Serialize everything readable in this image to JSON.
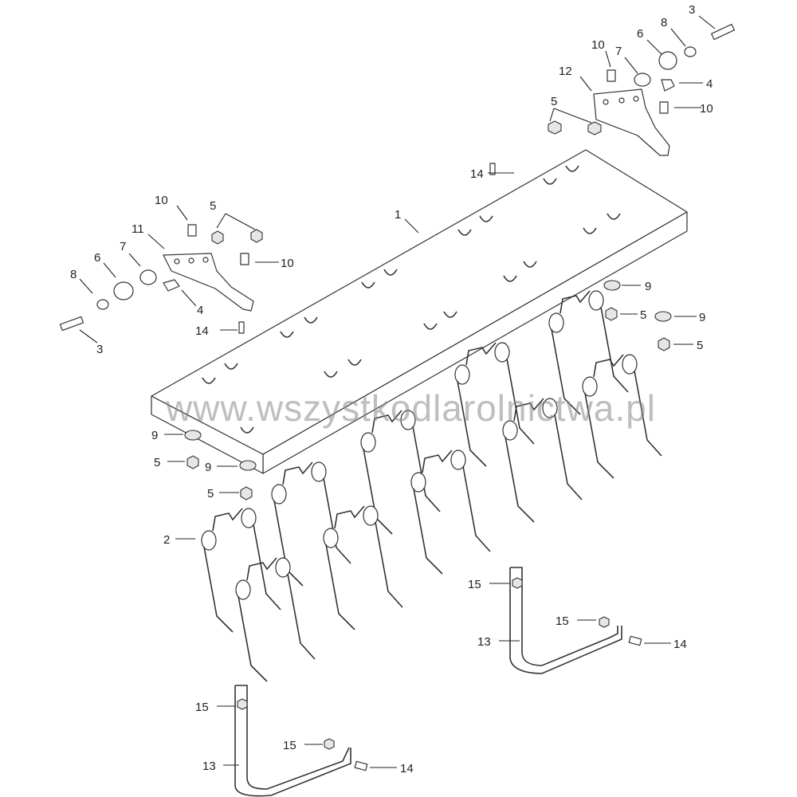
{
  "diagram": {
    "watermark": "www.wszystkodlarolnictwa.pl",
    "callouts": {
      "c3a": "3",
      "c8a": "8",
      "c6a": "6",
      "c10a": "10",
      "c7a": "7",
      "c12": "12",
      "c4a": "4",
      "c5a": "5",
      "c10b": "10",
      "c14a": "14",
      "c1": "1",
      "c10c": "10",
      "c5b": "5",
      "c11": "11",
      "c10d": "10",
      "c7b": "7",
      "c6b": "6",
      "c8b": "8",
      "c4b": "4",
      "c14b": "14",
      "c3b": "3",
      "c9a": "9",
      "c5c": "5",
      "c9b": "9",
      "c5d": "5",
      "c9c": "9",
      "c5e": "5",
      "c9d": "9",
      "c5f": "5",
      "c2": "2",
      "c15a": "15",
      "c15b": "15",
      "c13a": "13",
      "c14c": "14",
      "c15c": "15",
      "c15d": "15",
      "c13b": "13",
      "c14d": "14"
    }
  }
}
